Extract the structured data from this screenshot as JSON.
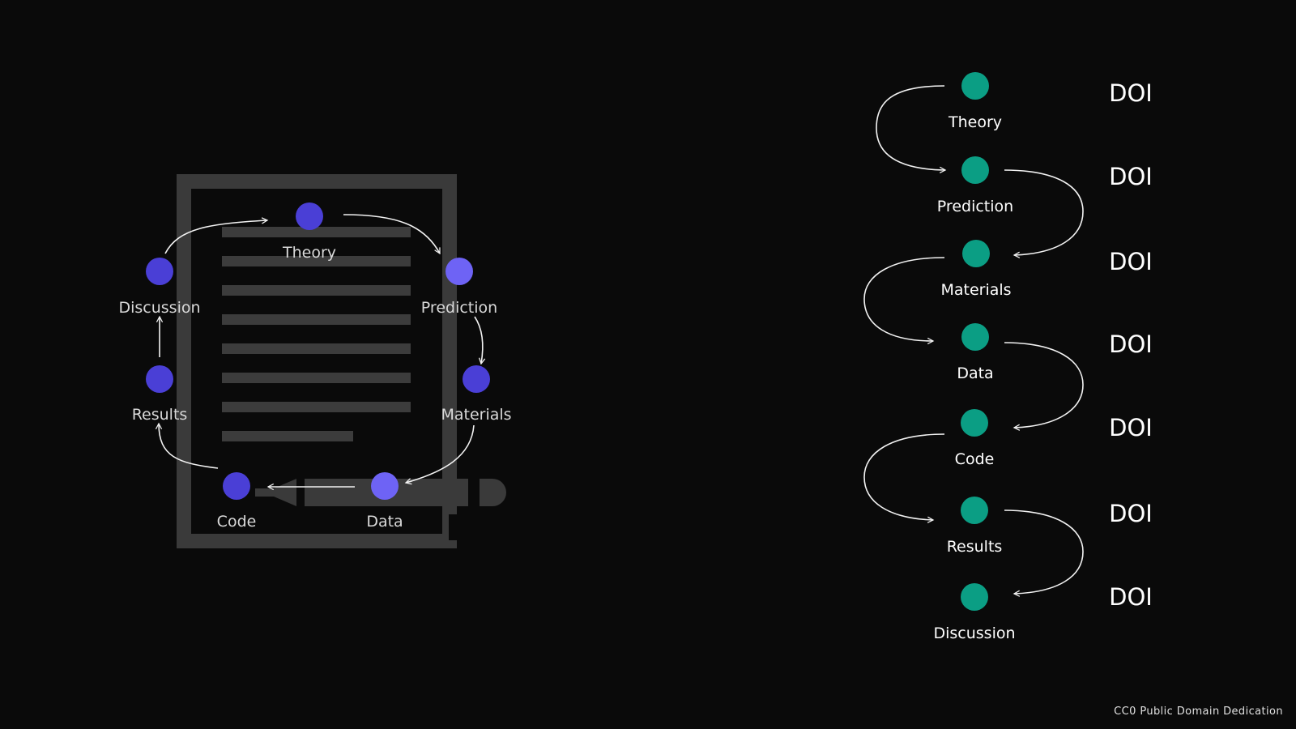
{
  "left_cycle": {
    "stages": [
      {
        "label": "Theory"
      },
      {
        "label": "Prediction"
      },
      {
        "label": "Materials"
      },
      {
        "label": "Data"
      },
      {
        "label": "Code"
      },
      {
        "label": "Results"
      },
      {
        "label": "Discussion"
      }
    ]
  },
  "right_chain": {
    "stages": [
      {
        "label": "Theory",
        "badge": "DOI"
      },
      {
        "label": "Prediction",
        "badge": "DOI"
      },
      {
        "label": "Materials",
        "badge": "DOI"
      },
      {
        "label": "Data",
        "badge": "DOI"
      },
      {
        "label": "Code",
        "badge": "DOI"
      },
      {
        "label": "Results",
        "badge": "DOI"
      },
      {
        "label": "Discussion",
        "badge": "DOI"
      }
    ]
  },
  "colors": {
    "background": "#0a0a0a",
    "document_frame": "#3a3a3a",
    "document_lines": "#3c3c3c",
    "pen": "#3a3a3a",
    "left_node": "#4a3fd6",
    "left_node_highlight": "#6e63f5",
    "right_node": "#0b9e84",
    "arrow": "#f2f2f2"
  },
  "footer": {
    "license": "CC0 Public Domain Dedication"
  }
}
